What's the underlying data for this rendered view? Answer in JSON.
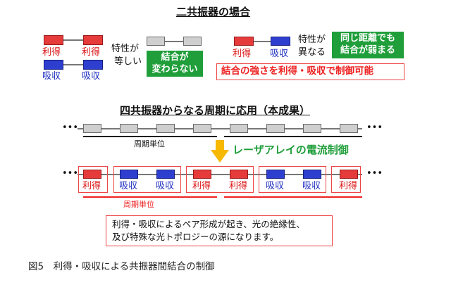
{
  "section1": {
    "title": "二共振器の場合",
    "gain": "利得",
    "loss": "吸収",
    "equal_text": [
      "特性が",
      "等しい"
    ],
    "diff_text": [
      "特性が",
      "異なる"
    ],
    "green_left": [
      "結合が",
      "変わらない"
    ],
    "green_right": [
      "同じ距離でも",
      "結合が弱まる"
    ],
    "control_text": "結合の強さを利得・吸収で制御可能"
  },
  "section2": {
    "title": "四共振器からなる周期に応用（本成果）",
    "dots": "•••",
    "period_label": "周期単位",
    "laser_label": "レーザアレイの電流制御",
    "gain": "利得",
    "loss": "吸収",
    "explanation": [
      "利得・吸収によるペア形成が起き、光の絶縁性、",
      "及び特殊な光トポロジーの源になります。"
    ]
  },
  "caption": "図5　利得・吸収による共振器間結合の制御",
  "colors": {
    "red": "#e53b3b",
    "blue": "#2e3fd0",
    "green": "#1f9e3a",
    "yellow": "#f6b800"
  }
}
